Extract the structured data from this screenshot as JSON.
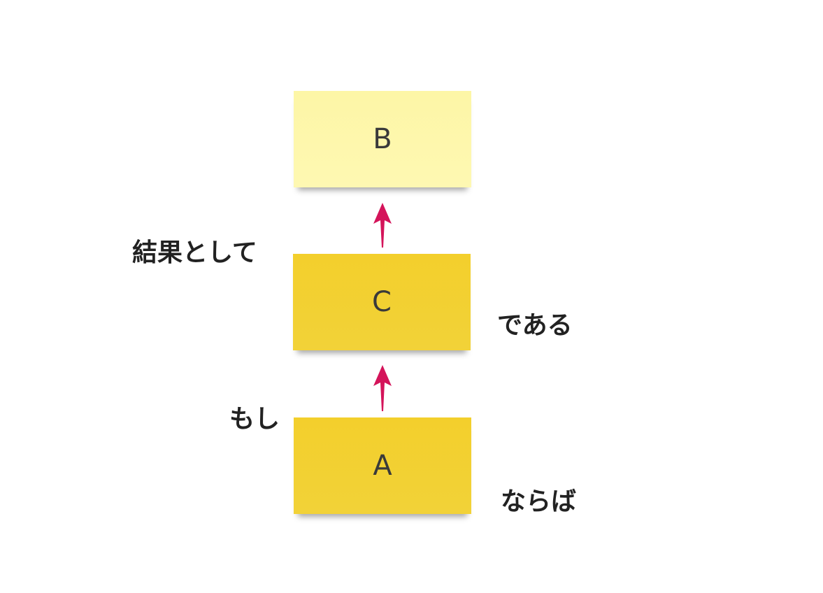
{
  "notes": {
    "b": {
      "label": "B"
    },
    "c": {
      "label": "C"
    },
    "a": {
      "label": "A"
    }
  },
  "labels": {
    "as_a_result": "結果として",
    "is": "である",
    "if": "もし",
    "then": "ならば"
  },
  "colors": {
    "note_light": "#fef7ad",
    "note_dark": "#f3d02f",
    "arrow": "#d4145a",
    "text": "#222222"
  }
}
